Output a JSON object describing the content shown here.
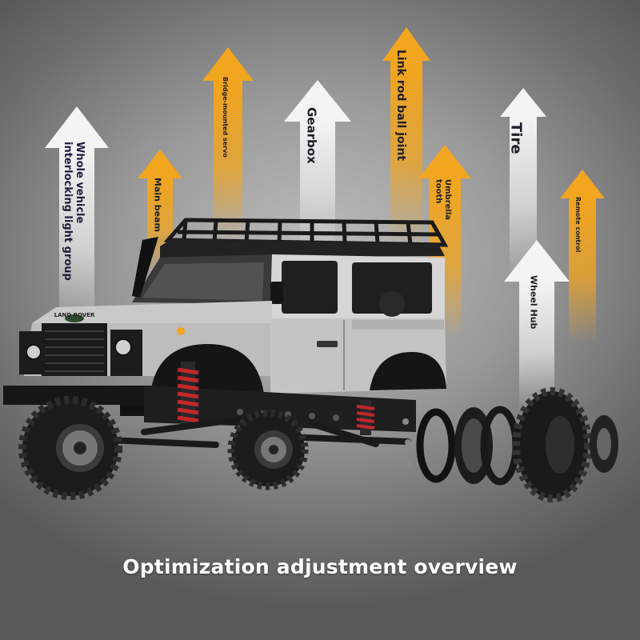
{
  "labels": {
    "whole_vehicle": "Whole vehicle interlocking light group",
    "main_beam": "Main beam",
    "bridge_servo": "Bridge-mounted servo",
    "gearbox": "Gearbox",
    "link_rod": "Link rod ball joint",
    "umbrella": "Umbrella tooth",
    "tire": "Tire",
    "remote": "Remote control",
    "wheel_hub": "Wheel Hub"
  },
  "caption": "Optimization adjustment overview",
  "vehicle_badge": "LAND ROVER",
  "colors": {
    "arrow_white": "#f4f4f4",
    "arrow_orange": "#f2a51e",
    "body_silver": "#c9c9c9",
    "chassis_black": "#1c1c1c",
    "spring_red": "#c0262c"
  }
}
